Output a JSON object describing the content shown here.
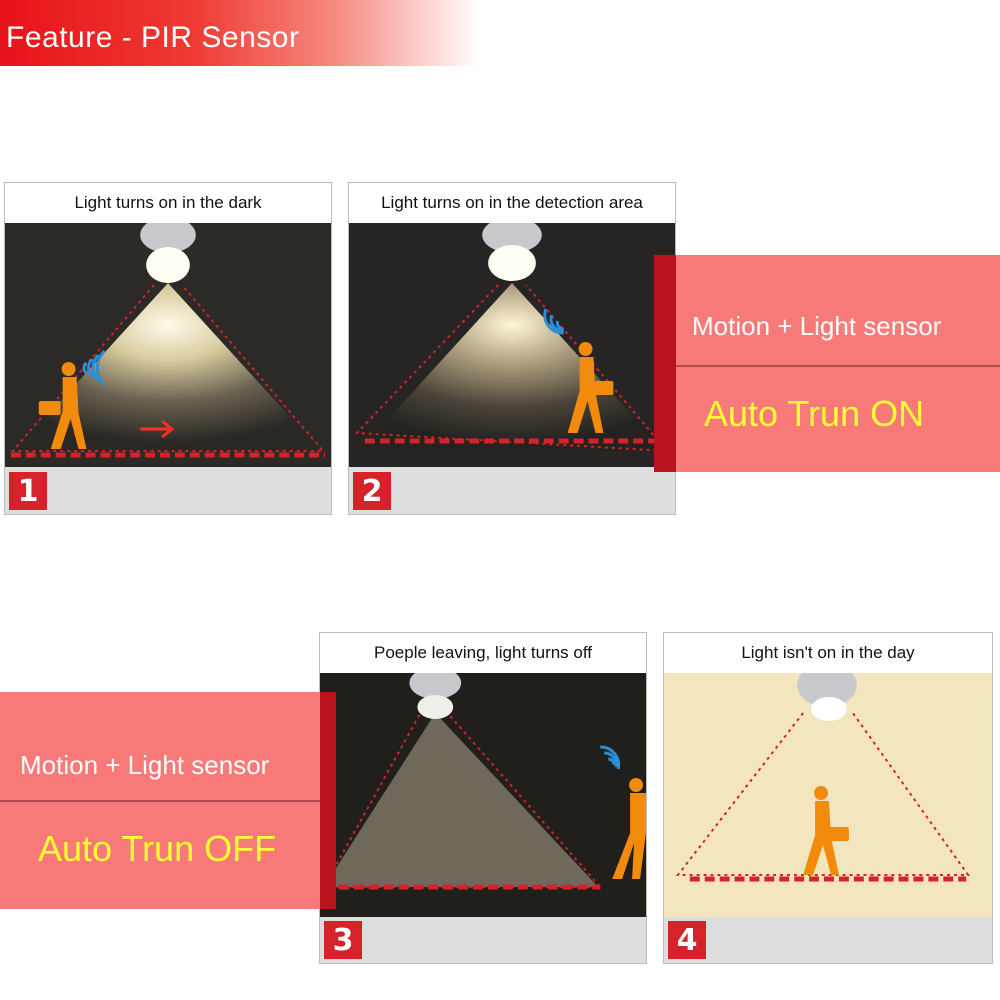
{
  "header": {
    "title": "Feature - PIR Sensor"
  },
  "panels": [
    {
      "caption": "Light turns on in the dark",
      "number": "1"
    },
    {
      "caption": "Light turns on in the detection area",
      "number": "2"
    },
    {
      "caption": "Poeple leaving, light turns off",
      "number": "3"
    },
    {
      "caption": "Light isn't on in the day",
      "number": "4"
    }
  ],
  "callouts": {
    "on": {
      "label": "Motion + Light sensor",
      "state": "Auto Trun ON"
    },
    "off": {
      "label": "Motion + Light sensor",
      "state": "Auto Trun OFF"
    }
  },
  "colors": {
    "accent_red": "#d5222b",
    "callout_pink": "#f77a79",
    "state_yellow": "#ffff33",
    "figure_orange": "#f28a0b",
    "sensor_blue": "#2b8fd6"
  },
  "icons": [
    "bulb-icon",
    "person-walking-icon",
    "motion-wave-icon",
    "arrow-right-icon"
  ]
}
